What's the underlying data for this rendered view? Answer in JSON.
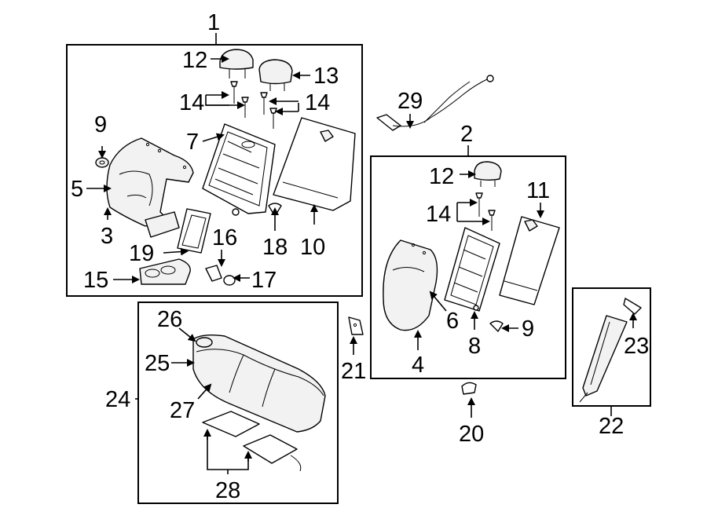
{
  "diagram": {
    "callouts": {
      "c1": "1",
      "c2": "2",
      "c3": "3",
      "c4": "4",
      "c5": "5",
      "c6": "6",
      "c7": "7",
      "c8": "8",
      "c9a": "9",
      "c9b": "9",
      "c10": "10",
      "c11": "11",
      "c12a": "12",
      "c12b": "12",
      "c13": "13",
      "c14a": "14",
      "c14b": "14",
      "c14c": "14",
      "c15": "15",
      "c16": "16",
      "c17": "17",
      "c18": "18",
      "c19": "19",
      "c20": "20",
      "c21": "21",
      "c22": "22",
      "c23": "23",
      "c24": "24",
      "c25": "25",
      "c26": "26",
      "c27": "27",
      "c28": "28",
      "c29": "29"
    }
  }
}
